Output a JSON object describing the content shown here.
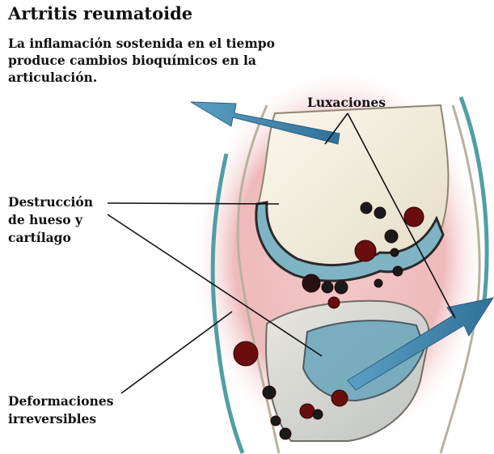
{
  "header": {
    "title": "Artritis reumatoide",
    "subtitle": "La inflamación sostenida en el tiempo produce cambios bioquímicos en la articulación."
  },
  "labels": {
    "luxaciones": "Luxaciones",
    "destruccion": "Destrucción de hueso y cartílago",
    "deformaciones": "Deformaciones irreversibles"
  },
  "colors": {
    "inflammation": "#e9a3a6",
    "bone": "#f3efe2",
    "cartilage": "#7fb4c4",
    "arrow": "#3b7fa6",
    "lesion": "#6b0d0d",
    "tendon": "#4f9fa4"
  }
}
